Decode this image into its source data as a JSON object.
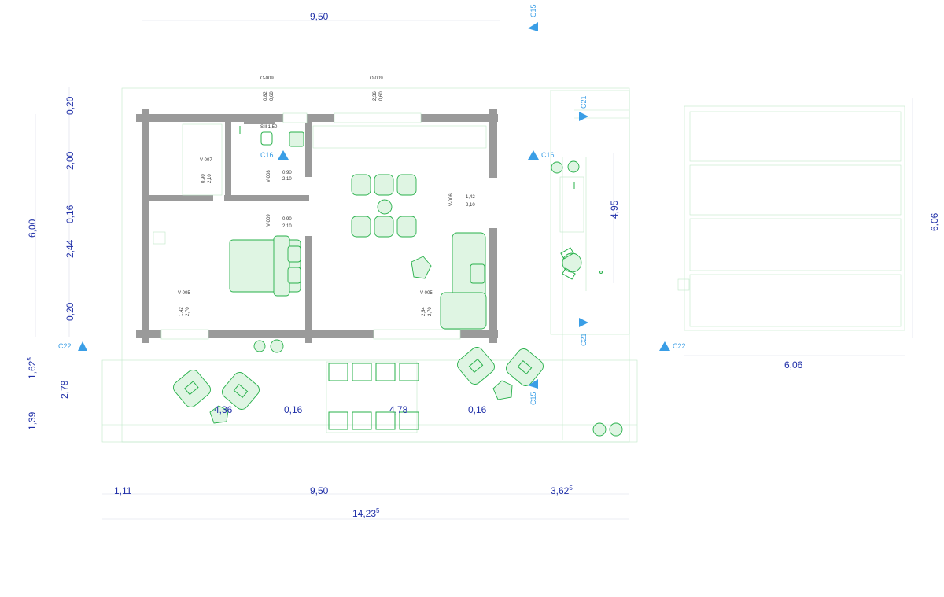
{
  "dimensions": {
    "top_width": "9,50",
    "left_0": "0,20",
    "left_1": "2,00",
    "left_2": "0,16",
    "left_3": "2,44",
    "left_4": "0,20",
    "left_total": "6,00",
    "left_terrace_outer": "1,62",
    "left_terrace_outer_sup": "5",
    "left_terrace_inner": "2,78",
    "left_bottom": "1,39",
    "terrace_a": "4,36",
    "terrace_b": "0,16",
    "terrace_c": "4,78",
    "terrace_d": "0,16",
    "side_height": "4,95",
    "bottom_a": "1,11",
    "bottom_b": "9,50",
    "bottom_c": "3,62",
    "bottom_c_sup": "5",
    "bottom_total": "14,23",
    "bottom_total_sup": "5",
    "annex_height": "6,06",
    "annex_width": "6,06"
  },
  "sections": {
    "c15_top": "C15",
    "c15_bottom": "C15",
    "c16_left": "C16",
    "c16_right": "C16",
    "c21_top": "C21",
    "c21_bottom": "C21",
    "c22_left": "C22",
    "c22_right": "C22"
  },
  "tags": {
    "o009_a": "O-009",
    "o009_a_w": "0,82",
    "o009_a_h": "0,60",
    "o009_b": "O-009",
    "o009_b_w": "2,36",
    "o009_b_h": "0,60",
    "sill": "Sill 1,50",
    "v007": "V-007",
    "v007_w": "0,90",
    "v007_h": "2,10",
    "v008": "V-008",
    "v008_w": "0,90",
    "v008_h": "2,10",
    "v009": "V-009",
    "v009_w": "0,90",
    "v009_h": "2,10",
    "v006": "V-006",
    "v006_w": "1,42",
    "v006_h": "2,10",
    "v005_a": "V-005",
    "v005_a_w": "1,42",
    "v005_a_h": "2,70",
    "v005_b": "V-005",
    "v005_b_w": "2,54",
    "v005_b_h": "2,70"
  },
  "colors": {
    "dimension": "#1f2fa8",
    "section_marker": "#3a9ee6",
    "wall": "#9a9a9a",
    "furniture": "#27b04a"
  }
}
